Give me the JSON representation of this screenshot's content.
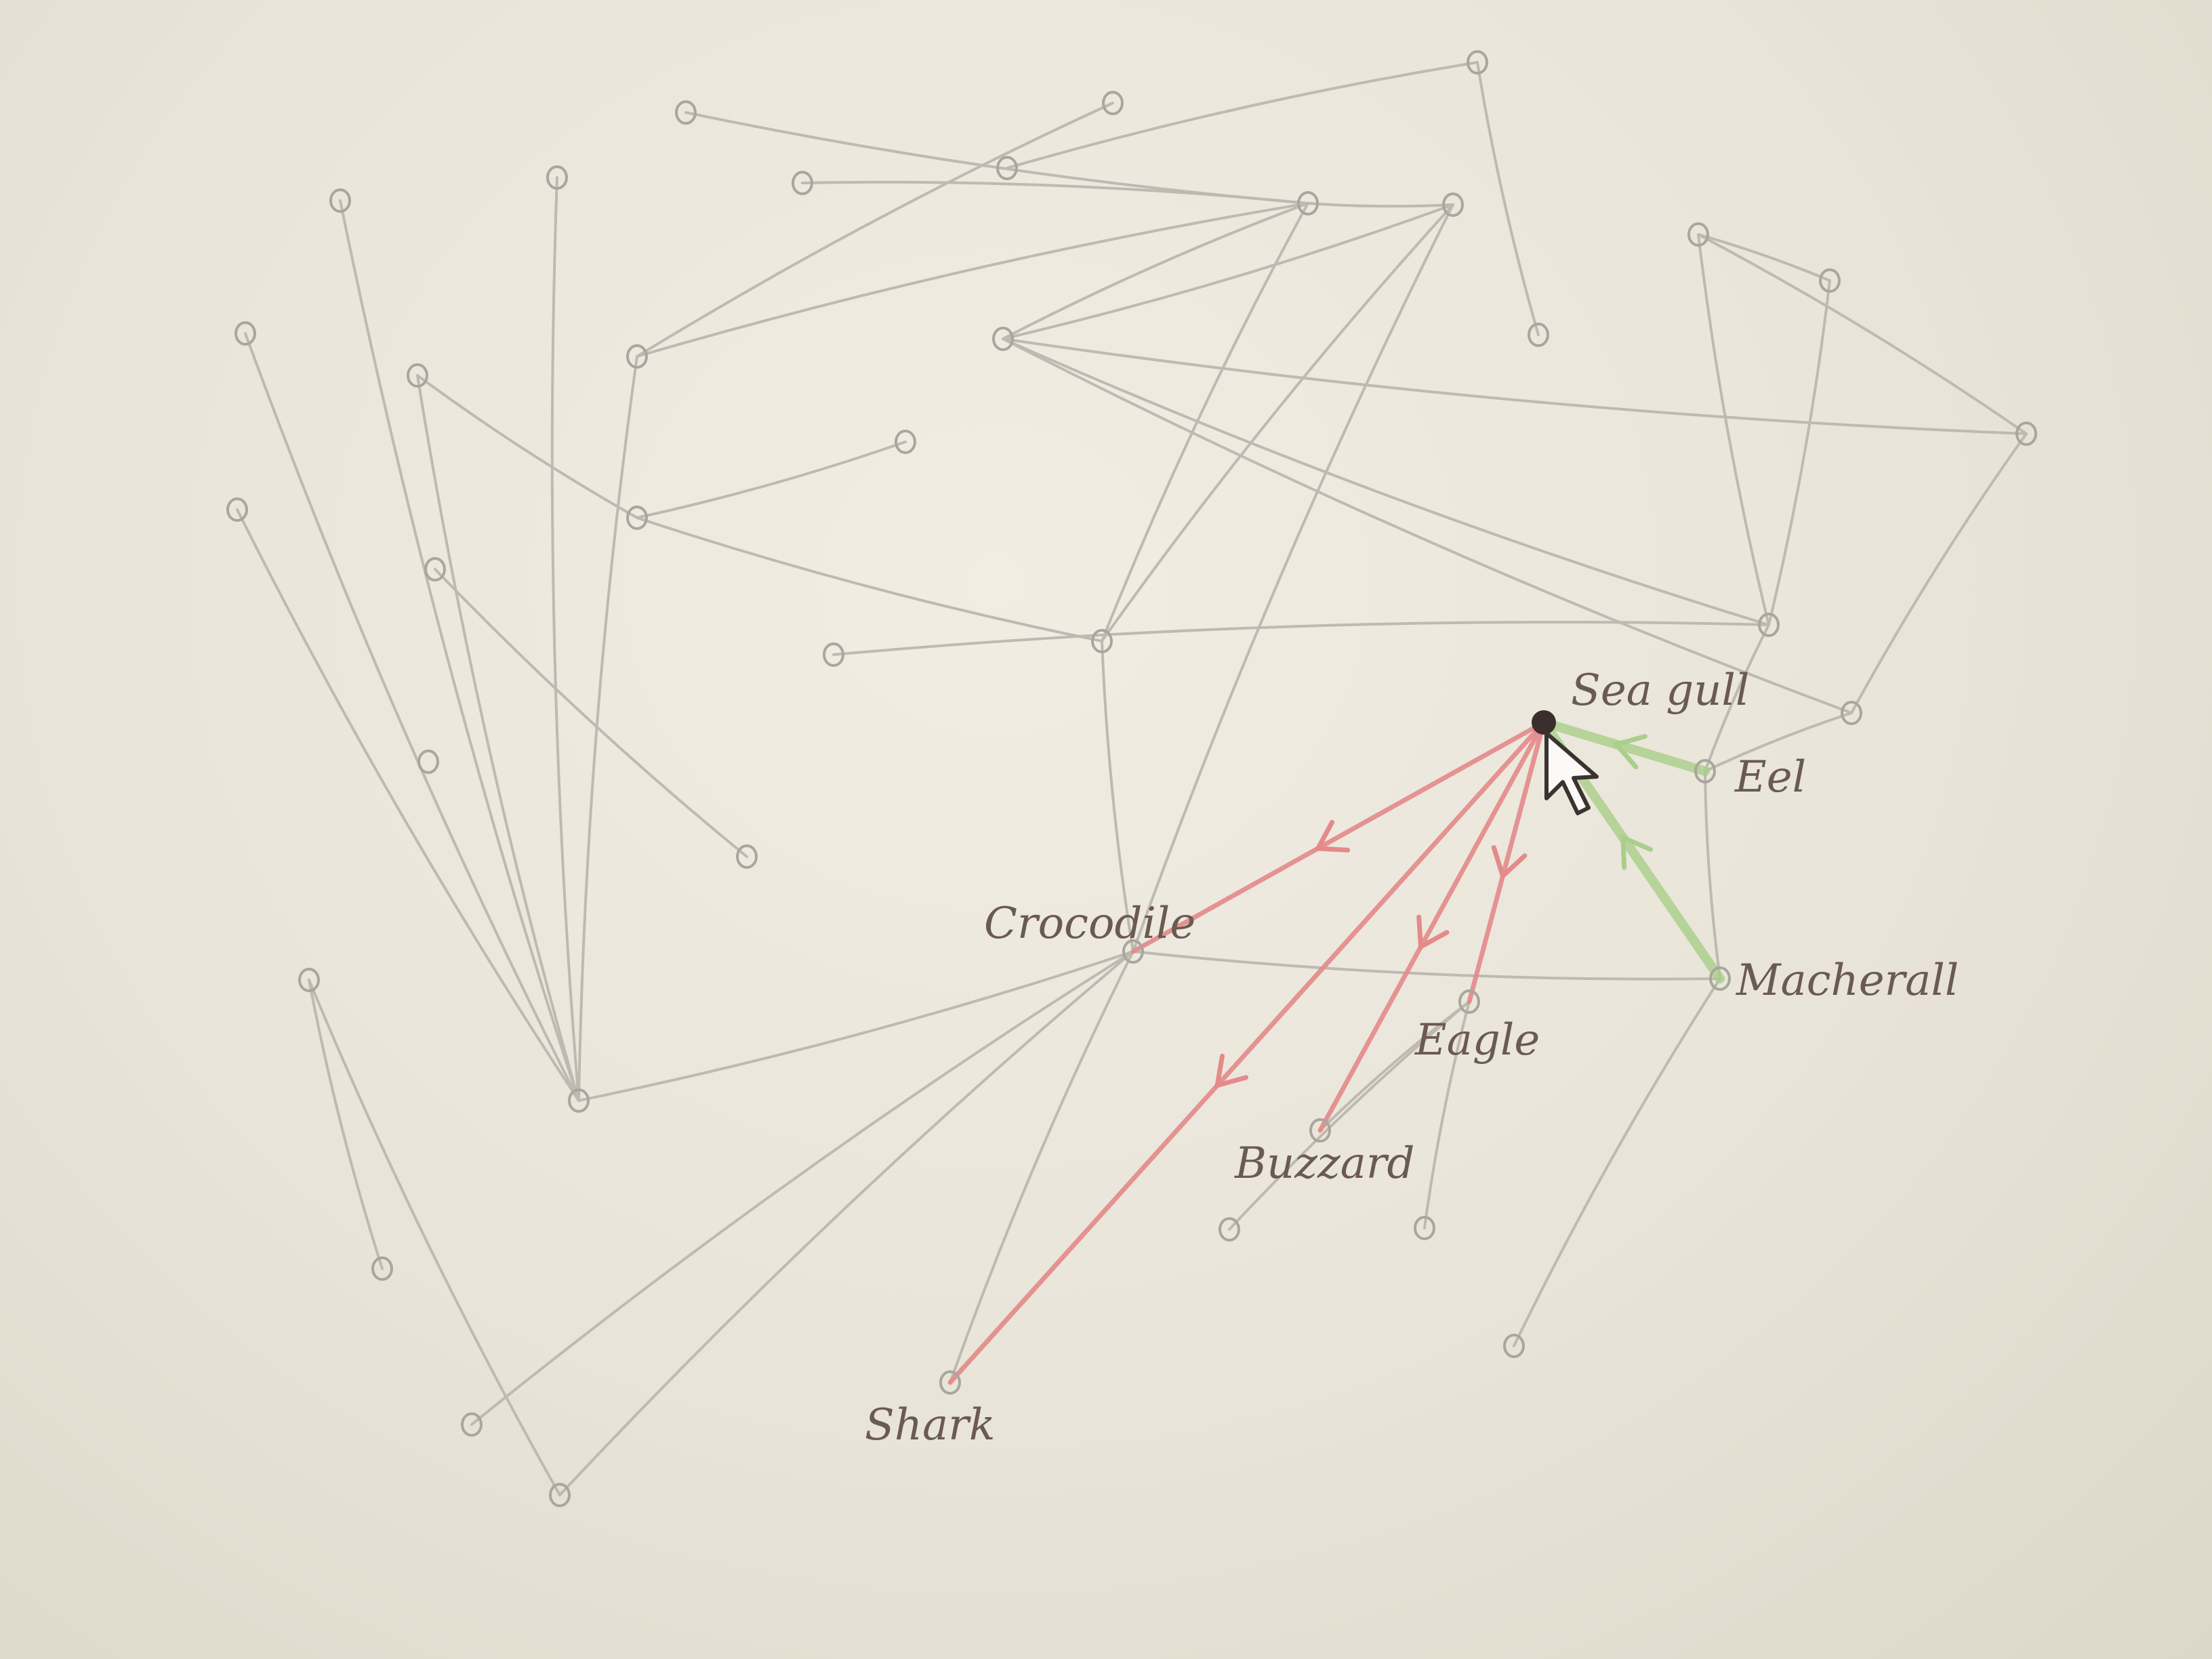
{
  "colors": {
    "paper": "#ece8dd",
    "pencil": "#bdbab2",
    "node_outline": "#a9a69e",
    "selected_node": "#3a2f2c",
    "predator_edge": "#e48a8a",
    "prey_edge": "#a9cf8a",
    "label": "#6a5a52"
  },
  "graph": {
    "selected": "seagull",
    "labeled_nodes": [
      {
        "id": "seagull",
        "label": "Sea gull"
      },
      {
        "id": "eel",
        "label": "Eel"
      },
      {
        "id": "macherall",
        "label": "Macherall"
      },
      {
        "id": "crocodile",
        "label": "Crocodile"
      },
      {
        "id": "eagle",
        "label": "Eagle"
      },
      {
        "id": "buzzard",
        "label": "Buzzard"
      },
      {
        "id": "shark",
        "label": "Shark"
      }
    ],
    "highlighted_edges": [
      {
        "from": "seagull",
        "to": "crocodile",
        "kind": "predator"
      },
      {
        "from": "seagull",
        "to": "shark",
        "kind": "predator"
      },
      {
        "from": "seagull",
        "to": "eagle",
        "kind": "predator"
      },
      {
        "from": "seagull",
        "to": "buzzard",
        "kind": "predator"
      },
      {
        "from": "eel",
        "to": "seagull",
        "kind": "prey"
      },
      {
        "from": "macherall",
        "to": "seagull",
        "kind": "prey"
      }
    ],
    "cursor_icon": "mouse-pointer-icon"
  }
}
